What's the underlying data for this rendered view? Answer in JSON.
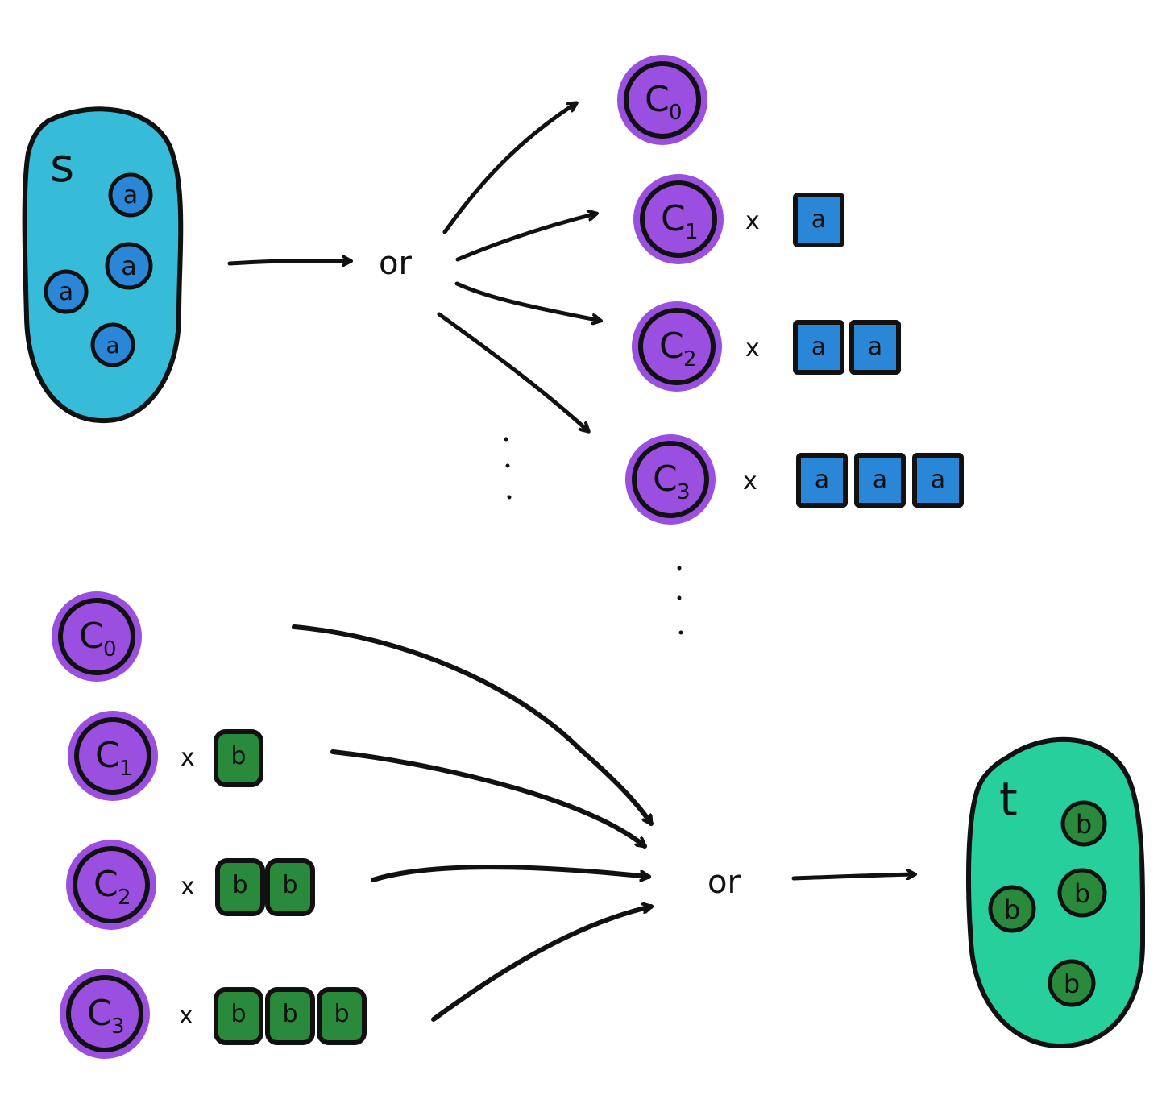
{
  "colors": {
    "blob_s": "#36bcd9",
    "blob_t": "#27cf9d",
    "circle_purple": "#9a4fe0",
    "box_blue": "#2a86d6",
    "box_green": "#2a8a3c",
    "ink": "#111111"
  },
  "source": {
    "label": "s",
    "element_label": "a",
    "element_count": 4
  },
  "target": {
    "label": "t",
    "element_label": "b",
    "element_count": 4
  },
  "top": {
    "or_label": "or",
    "times": "x",
    "rows": [
      {
        "c": "C",
        "sub": "0",
        "count": 0
      },
      {
        "c": "C",
        "sub": "1",
        "count": 1
      },
      {
        "c": "C",
        "sub": "2",
        "count": 2
      },
      {
        "c": "C",
        "sub": "3",
        "count": 3
      }
    ],
    "box_label": "a"
  },
  "bottom": {
    "or_label": "or",
    "times": "x",
    "rows": [
      {
        "c": "C",
        "sub": "0",
        "count": 0
      },
      {
        "c": "C",
        "sub": "1",
        "count": 1
      },
      {
        "c": "C",
        "sub": "2",
        "count": 2
      },
      {
        "c": "C",
        "sub": "3",
        "count": 3
      }
    ],
    "box_label": "b"
  }
}
